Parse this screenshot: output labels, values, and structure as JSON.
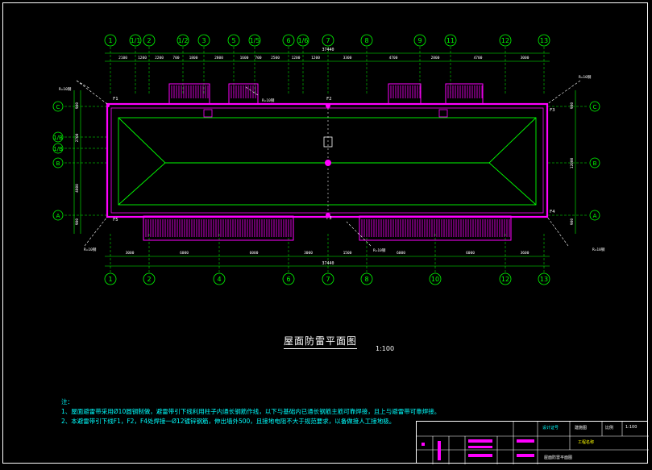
{
  "drawing": {
    "title": "屋面防雷平面图",
    "scale": "1:100",
    "total_dim_top": "37440",
    "total_dim_bottom": "37440",
    "axes_top": [
      "1",
      "1/1",
      "2",
      "1/2",
      "3",
      "5",
      "1/5",
      "6",
      "1/6",
      "7",
      "8",
      "9",
      "11",
      "12",
      "13"
    ],
    "axes_bottom": [
      "1",
      "2",
      "4",
      "6",
      "7",
      "8",
      "10",
      "12",
      "13"
    ],
    "axes_left": [
      "C",
      "1/B",
      "1/B",
      "B",
      "A"
    ],
    "axes_right": [
      "C",
      "B",
      "A"
    ],
    "dims_top": [
      "2100",
      "1200",
      "2200",
      "700",
      "1800",
      "2800",
      "1600",
      "700",
      "2500",
      "1200",
      "1200",
      "3300",
      "4700",
      "2800",
      "4700",
      "3000"
    ],
    "dims_bottom": [
      "3000",
      "6000",
      "6000",
      "3000",
      "1500",
      "6000",
      "6000",
      "3600"
    ],
    "dims_left": [
      "900",
      "2700",
      "4800",
      "900"
    ],
    "dims_right": [
      "900",
      "12000",
      "900"
    ],
    "points": [
      "F1",
      "F2",
      "F3",
      "F4",
      "F5",
      "F3"
    ],
    "labels": {
      "re10_1": "R=10钢",
      "re10_2": "R=10钢",
      "re10_3": "R=10钢",
      "re10_4": "R=10钢",
      "re10_5": "R=10钢",
      "re10_6": "R=10钢"
    }
  },
  "notes": {
    "heading": "注：",
    "line1": "1、屋面避雷带采用Ø10圆钢制做，避雷带引下线利用柱子内通长钢筋作线，以下与基础内已通长钢筋主筋可靠焊接，且上与避雷带可靠焊接。",
    "line2": "2、本避雷带引下线F1，F2，F4处焊接一Ø12镀锌钢筋，伸出墙外500，且接地电阻不大于规范要求，以备做接人工接地极。"
  },
  "titleblock": {
    "cell1": "设计证号",
    "cell2": "建施图",
    "cell3": "比例",
    "cell4": "1:100",
    "cell5": "工程名称",
    "cell6": "屋面防雷平面图"
  },
  "colors": {
    "background": "#000000",
    "axis_circle": "#00ff00",
    "roof_outline": "#ff00ff",
    "dimension": "#00ff00",
    "text_white": "#ffffff",
    "notes": "#00ffff"
  }
}
